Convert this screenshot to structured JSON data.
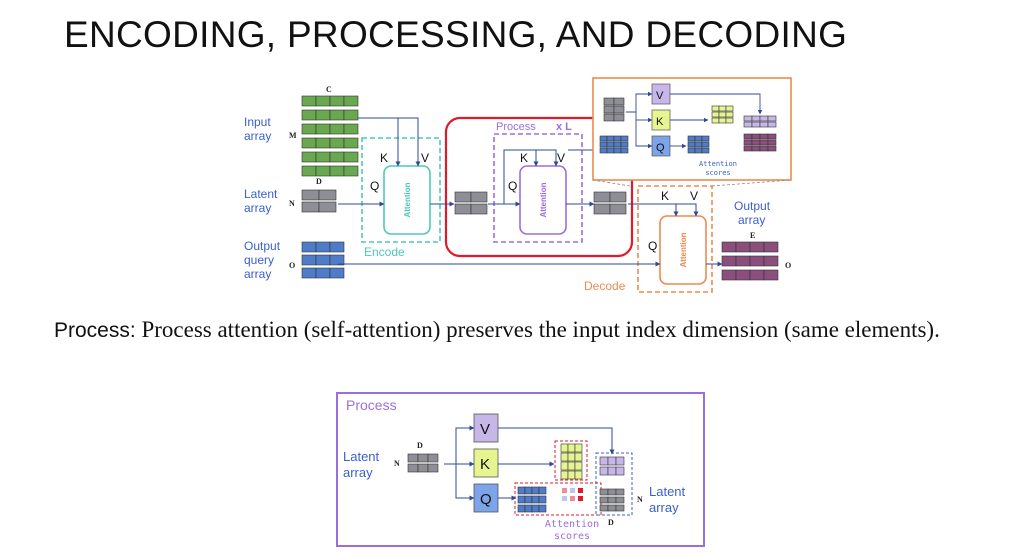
{
  "title": "ENCODING, PROCESSING, AND DECODING",
  "caption": {
    "lead": "Process:",
    "text": " Process attention (self-attention) preserves the input index dimension (same elements)."
  },
  "top_diagram": {
    "input_array": [
      "Input",
      "array"
    ],
    "latent_array": [
      "Latent",
      "array"
    ],
    "output_query_array": [
      "Output",
      "query",
      "array"
    ],
    "output_array": [
      "Output",
      "array"
    ],
    "dims": {
      "c": "C",
      "m": "M",
      "d": "D",
      "n": "N",
      "o": "O",
      "e": "E",
      "o2": "O"
    },
    "encode": "Encode",
    "process": "Process",
    "repeat": "x L",
    "decode": "Decode",
    "attention": "Attention",
    "k": "K",
    "v": "V",
    "q": "Q",
    "inset": {
      "v": "V",
      "k": "K",
      "q": "Q",
      "attention": "Attention",
      "scores": "scores"
    }
  },
  "bottom_diagram": {
    "process": "Process",
    "latent_in": [
      "Latent",
      "array"
    ],
    "latent_out": [
      "Latent",
      "array"
    ],
    "dims": {
      "d": "D",
      "n": "N",
      "n2": "N",
      "d2": "D"
    },
    "v": "V",
    "k": "K",
    "q": "Q",
    "attention": "Attention",
    "scores": "scores"
  },
  "colors": {
    "green": "#6aa84f",
    "gray": "#8e8e96",
    "blue": "#4f7cc9",
    "purple": "#8a4f7d",
    "teal": "#4fc9b5",
    "violet": "#9b6ee0",
    "orange": "#ee8a4e",
    "red": "#e0192b",
    "label_blue": "#3a5fcd"
  }
}
